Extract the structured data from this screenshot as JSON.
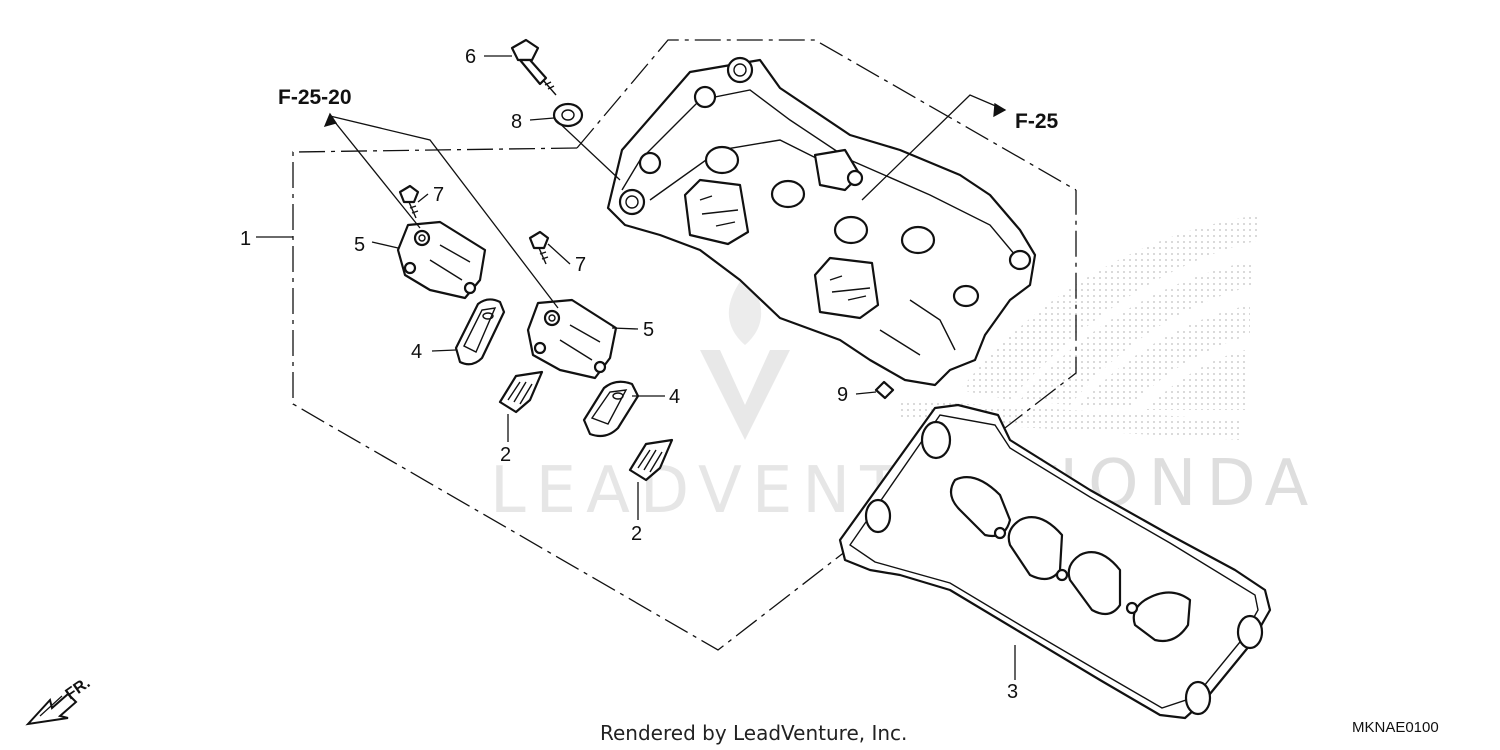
{
  "references": {
    "f25_20": "F-25-20",
    "f25": "F-25"
  },
  "callouts": {
    "c1": "1",
    "c2a": "2",
    "c2b": "2",
    "c3": "3",
    "c4a": "4",
    "c4b": "4",
    "c5a": "5",
    "c5b": "5",
    "c6": "6",
    "c7a": "7",
    "c7b": "7",
    "c8": "8",
    "c9": "9"
  },
  "front_indicator": "FR.",
  "diagram_code": "MKNAE0100",
  "credit": "Rendered by LeadVenture, Inc.",
  "watermark": {
    "brand": "LEADVENTURE",
    "oem": "HONDA"
  },
  "colors": {
    "line": "#111111",
    "watermark": "#e6e6e6",
    "background": "#ffffff"
  }
}
